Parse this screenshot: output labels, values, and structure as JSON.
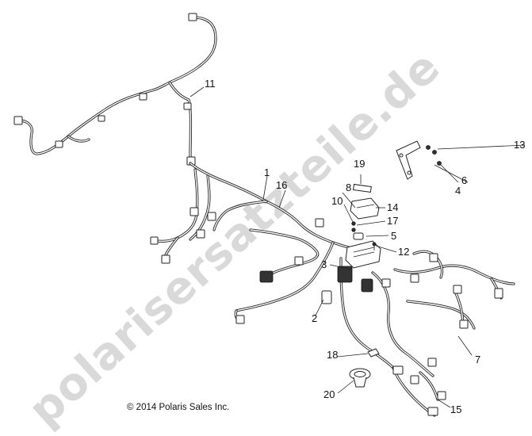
{
  "diagram": {
    "watermark": "polarisersatzteile.de",
    "copyright": "© 2014 Polaris Sales Inc.",
    "callouts": [
      "1",
      "2",
      "3",
      "4",
      "5",
      "6",
      "7",
      "8",
      "10",
      "11",
      "12",
      "13",
      "14",
      "15",
      "16",
      "17",
      "18",
      "19",
      "20"
    ]
  }
}
